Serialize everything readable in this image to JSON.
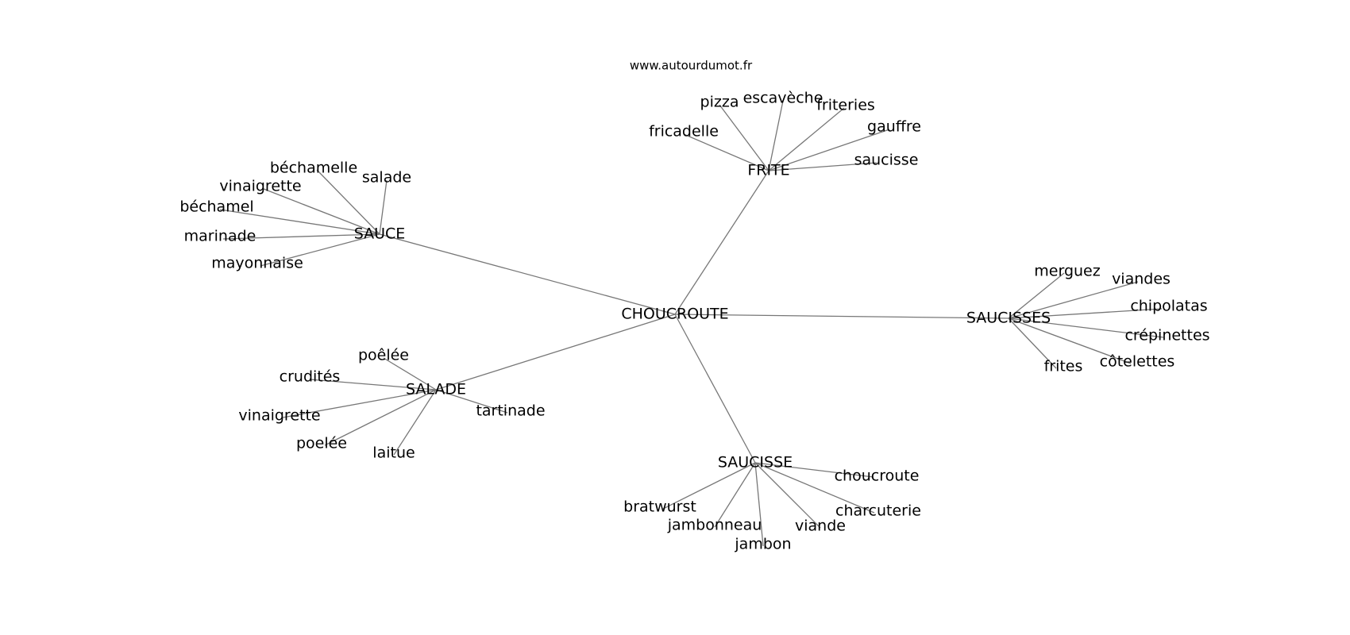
{
  "source": "www.autourdumot.fr",
  "root": "CHOUCROUTE",
  "clusters": [
    {
      "id": "frite",
      "label": "FRITE",
      "words": [
        "pizza",
        "escavèche",
        "friteries",
        "fricadelle",
        "gauffre",
        "saucisse"
      ]
    },
    {
      "id": "sauce",
      "label": "SAUCE",
      "words": [
        "béchamelle",
        "salade",
        "vinaigrette",
        "béchamel",
        "marinade",
        "mayonnaise"
      ]
    },
    {
      "id": "saucisses",
      "label": "SAUCISSES",
      "words": [
        "merguez",
        "viandes",
        "chipolatas",
        "crépinettes",
        "côtelettes",
        "frites"
      ]
    },
    {
      "id": "salade",
      "label": "SALADE",
      "words": [
        "poêlée",
        "crudités",
        "vinaigrette",
        "tartinade",
        "poelée",
        "laitue"
      ]
    },
    {
      "id": "saucisse",
      "label": "SAUCISSE",
      "words": [
        "choucroute",
        "bratwurst",
        "charcuterie",
        "jambonneau",
        "viande",
        "jambon"
      ]
    }
  ]
}
